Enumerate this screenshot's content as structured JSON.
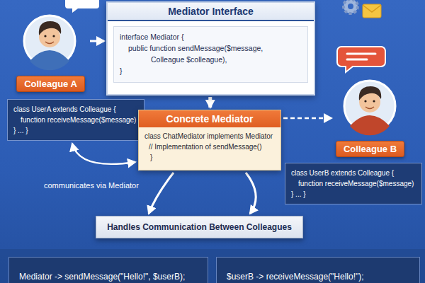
{
  "diagram": {
    "nodes": [
      {
        "text": [
          "Mediator Interface",
          "interface Mediator {",
          "public function sendMessage($message,",
          "Colleague $colleague),",
          "}"
        ]
      },
      {
        "text": [
          "Colleague A"
        ]
      },
      {
        "text": [
          "class UserA extends Colleague {",
          "function receiveMessage($message)",
          "} ... }"
        ]
      },
      {
        "text": [
          "Concrete Mediator",
          "class ChatMediator implements Mediator",
          "// Implementation of sendMessage()",
          "}"
        ]
      },
      {
        "text": [
          "Colleague B"
        ]
      },
      {
        "text": [
          "class UserB extends Colleague {",
          "function receiveMessage($message)",
          "} ... }"
        ]
      },
      {
        "text": [
          "Handles Communication Between Colleagues"
        ]
      },
      {
        "text": [
          "Mediator -> sendMessage(\"Hello!\", $userB);"
        ]
      },
      {
        "text": [
          "$userB -> receiveMessage(\"Hello!\");"
        ]
      }
    ],
    "edges": [
      {
        "from": 1,
        "to": 0,
        "arrow": "to"
      },
      {
        "from": 0,
        "to": 3,
        "arrow": "to"
      },
      {
        "from": 3,
        "to": 4,
        "arrow": "to"
      },
      {
        "from": 2,
        "to": 3,
        "arrow": "both"
      },
      {
        "from": 3,
        "to": 6,
        "arrow": "to"
      },
      {
        "from": 3,
        "to": 6,
        "arrow": "to"
      }
    ],
    "labels": [
      "communicates via Mediator"
    ]
  }
}
